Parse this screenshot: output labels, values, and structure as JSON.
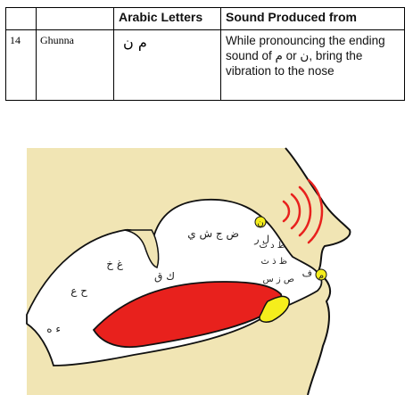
{
  "table": {
    "headers": [
      "",
      "",
      "Arabic Letters",
      "Sound Produced from"
    ],
    "row": {
      "number": "14",
      "term": "Ghunna",
      "letters": "م ن",
      "description": "While pronouncing the ending sound of م or ن, bring the vibration to the nose"
    }
  },
  "diagram": {
    "labels": {
      "throat_deep": "ء ه",
      "throat_mid": "ح ع",
      "throat_top": "غ خ",
      "palate_back": "ك ق",
      "palate_mid": "ض ج ش ي",
      "l_r": "ل ر",
      "t_d": "ط د ت",
      "th": "ظ ذ ث",
      "lip_f": "ف",
      "s_z": "ص ز س",
      "nasal_dot_upper": "ن",
      "nasal_dot_lower": "م"
    },
    "colors": {
      "skin": "#f1e5b4",
      "tongue": "#e8211d",
      "lip": "#f5ee1c",
      "vibration": "#e8211d",
      "outline": "#111111"
    }
  }
}
